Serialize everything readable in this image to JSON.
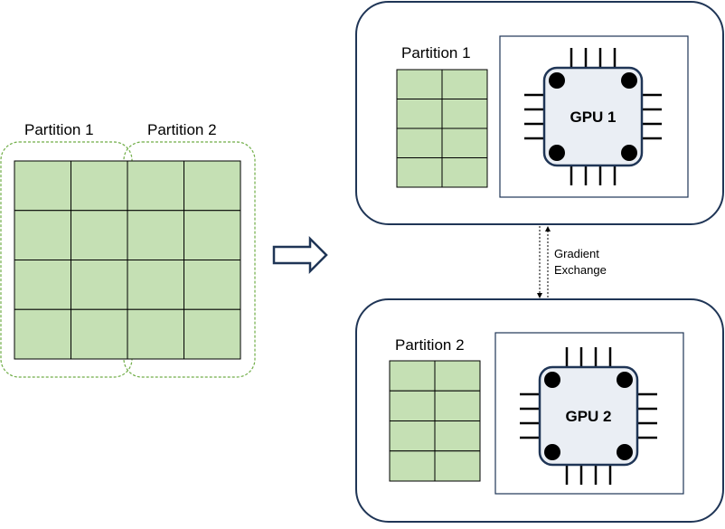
{
  "left_matrix": {
    "partition1_label": "Partition 1",
    "partition2_label": "Partition 2",
    "rows": 4,
    "cols": 4
  },
  "gpu_nodes": [
    {
      "partition_label": "Partition 1",
      "gpu_label": "GPU 1",
      "rows": 4,
      "cols": 2
    },
    {
      "partition_label": "Partition 2",
      "gpu_label": "GPU 2",
      "rows": 4,
      "cols": 2
    }
  ],
  "exchange": {
    "line1": "Gradient",
    "line2": "Exchange"
  },
  "colors": {
    "cell_fill": "#c5e0b4",
    "partition_outline": "#70ad47",
    "node_border": "#1f3556",
    "chip_fill": "#eaeef4",
    "line": "#000000"
  }
}
